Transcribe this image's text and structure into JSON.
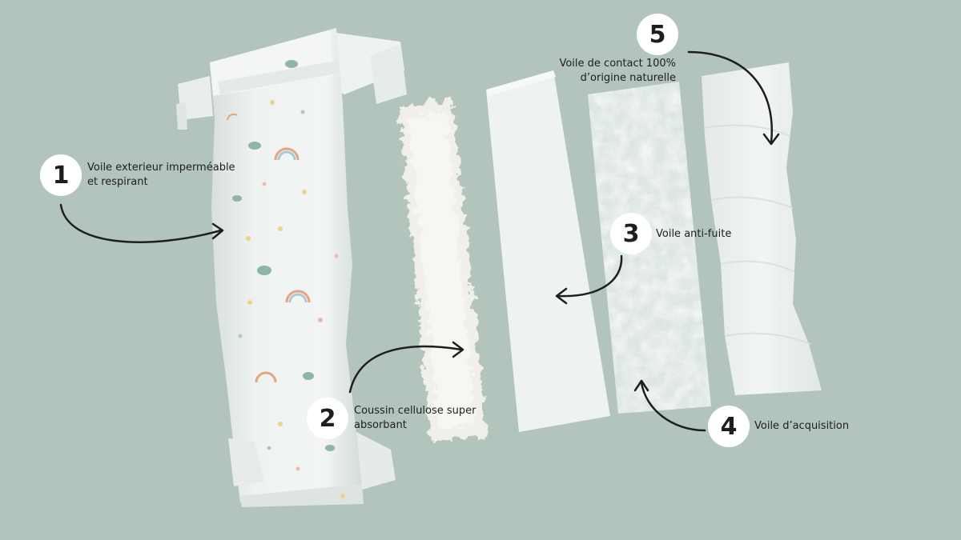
{
  "colors": {
    "background": "#b3c4bc",
    "badge": "#ffffff",
    "text": "#1e1e1e",
    "arrow": "#1e1e1e"
  },
  "callouts": [
    {
      "number": "1",
      "lines": [
        "Voile exterieur imperméable",
        "et respirant"
      ]
    },
    {
      "number": "2",
      "lines": [
        "Coussin cellulose super",
        "absorbant"
      ]
    },
    {
      "number": "3",
      "lines": [
        "Voile anti-fuite"
      ]
    },
    {
      "number": "4",
      "lines": [
        "Voile d’acquisition"
      ]
    },
    {
      "number": "5",
      "lines": [
        "Voile de contact 100%",
        "d’origine naturelle"
      ]
    }
  ]
}
